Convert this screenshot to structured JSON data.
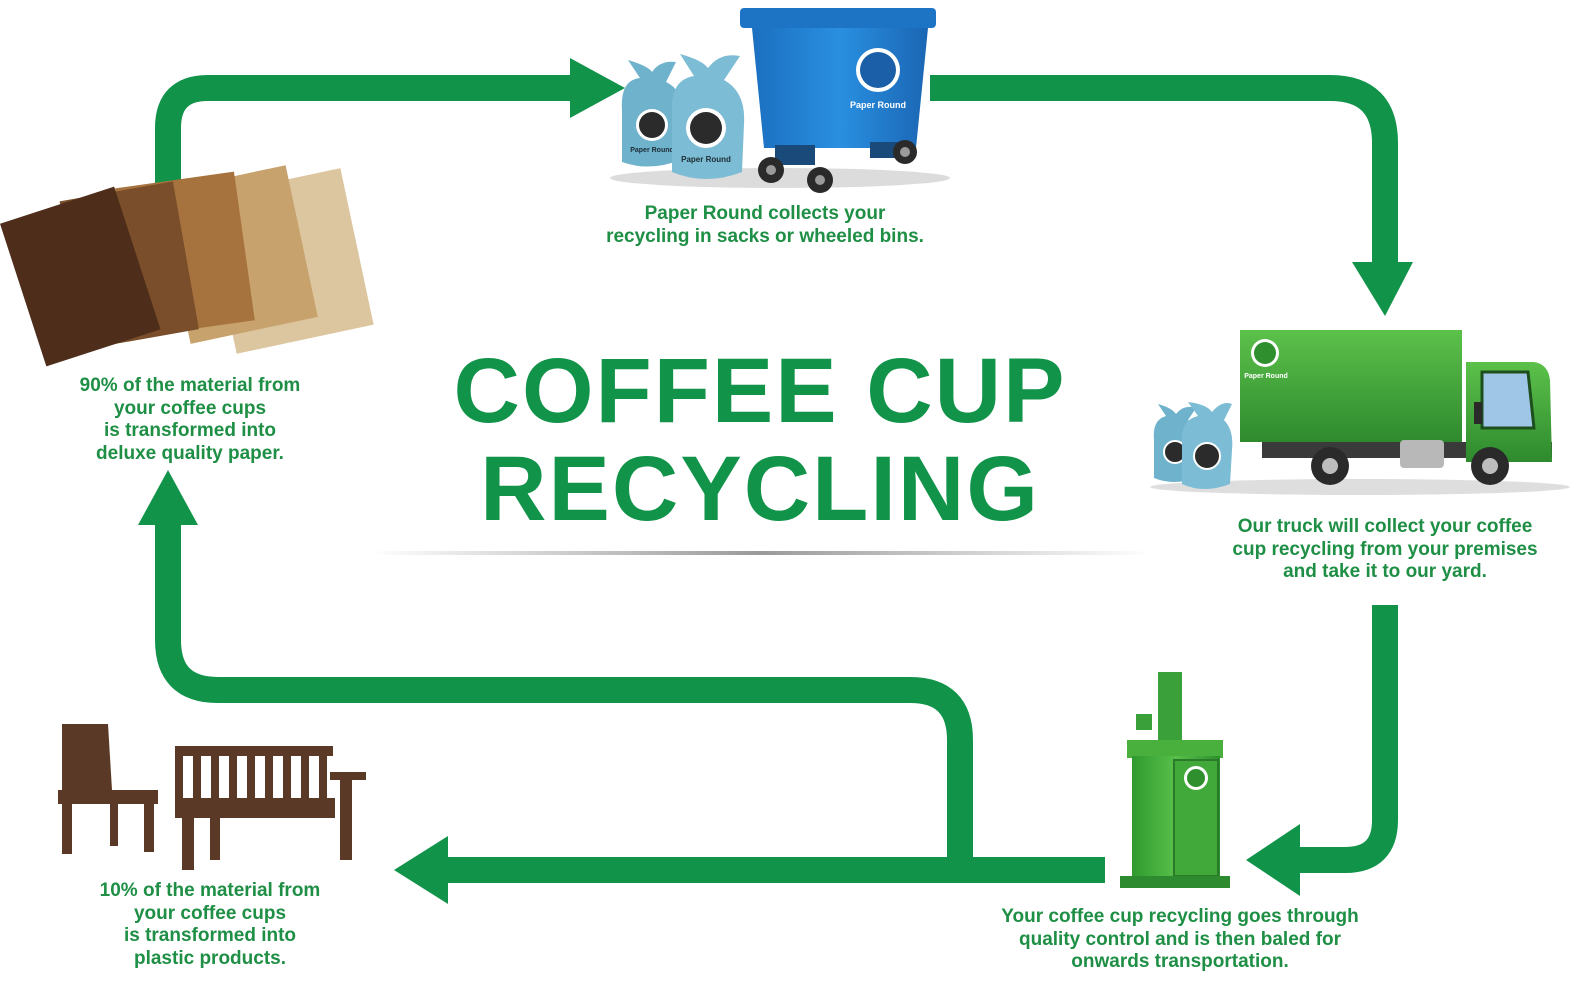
{
  "title": {
    "line1": "COFFEE CUP",
    "line2": "RECYCLING"
  },
  "steps": {
    "collect": "Paper Round collects your\nrecycling in sacks or wheeled bins.",
    "truck": "Our truck will collect your coffee\ncup recycling from your premises\nand take it to our yard.",
    "baler": "Your coffee cup recycling goes through\nquality control and is then baled for\nonwards transportation.",
    "plastic": "10% of the material from\nyour coffee cups\nis transformed into\nplastic products.",
    "paper": "90% of the material from\nyour coffee cups\nis transformed into\ndeluxe quality paper."
  },
  "brand": {
    "name": "Paper Round"
  },
  "colors": {
    "arrow_green": "#12934a",
    "text_green": "#1e8f45",
    "bin_blue": "#1f7fd0",
    "sack_blue": "#6fb2cc",
    "truck_green": "#3fa43a",
    "furniture_brown": "#5a3a26"
  }
}
